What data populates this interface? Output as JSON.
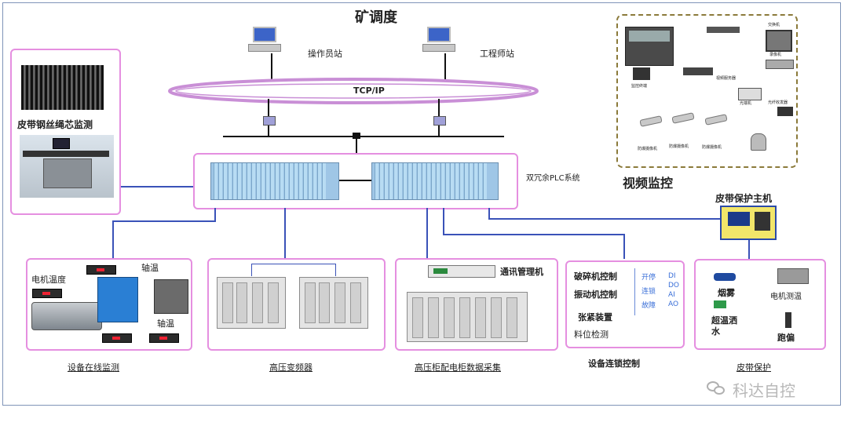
{
  "title": "矿调度",
  "network": {
    "label": "TCP/IP"
  },
  "stations": {
    "operator": "操作员站",
    "engineer": "工程师站"
  },
  "plc": {
    "label": "双冗余PLC系统"
  },
  "belt_monitor": {
    "label": "皮带钢丝绳芯监测"
  },
  "video": {
    "label": "视频监控",
    "small_labels": [
      "交换机",
      "视频服务器",
      "监控终端",
      "光纤收发器",
      "防爆摄像机",
      "防爆摄像机",
      "防爆摄像机",
      "录像机",
      "光端机"
    ]
  },
  "belt_host": {
    "label": "皮带保护主机"
  },
  "equipment": {
    "motor_temp": "电机温度",
    "bearing_temp_1": "轴温",
    "bearing_temp_2": "轴温",
    "caption": "设备在线监测"
  },
  "vfd": {
    "caption": "高压变频器"
  },
  "hv": {
    "comm": "通讯管理机",
    "caption": "高压柜配电柜数据采集"
  },
  "interlock": {
    "items": [
      "破碎机控制",
      "振动机控制",
      "张紧装置",
      "料位检测"
    ],
    "side": [
      "开停",
      "连锁",
      "故障"
    ],
    "io": [
      "DI",
      "DO",
      "AI",
      "AO"
    ],
    "caption": "设备连锁控制"
  },
  "belt_protect": {
    "items": [
      "烟雾",
      "电机测温",
      "超温洒水",
      "跑偏"
    ],
    "caption": "皮带保护"
  },
  "watermark": "科达自控",
  "colors": {
    "box_border": "#e58fe0",
    "bus_line": "#3a52b8",
    "ring": "#c98fd6",
    "plc_rack": "#9fc6e6"
  }
}
